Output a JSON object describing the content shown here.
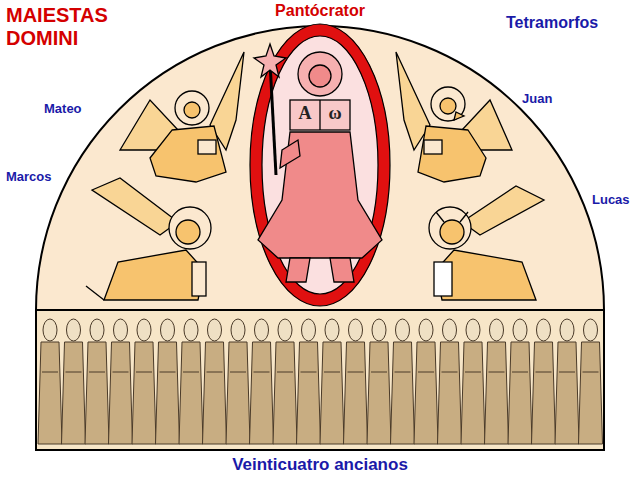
{
  "diagram": {
    "title": "MAIESTAS DOMINI",
    "labels": [
      "Pantócrator",
      "Tetramorfos",
      "Mateo",
      "Marcos",
      "Juan",
      "Lucas",
      "Veinticuatro ancianos",
      "A",
      "ω"
    ]
  }
}
